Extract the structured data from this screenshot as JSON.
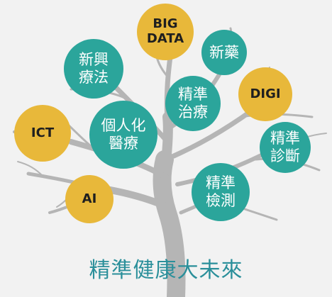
{
  "bubbles": {
    "new_therapy": [
      "新興",
      "療法"
    ],
    "big_data": [
      "BIG",
      "DATA"
    ],
    "new_drug": [
      "新藥"
    ],
    "precision_treatment": [
      "精準",
      "治療"
    ],
    "digi": [
      "DIGI"
    ],
    "ict": [
      "ICT"
    ],
    "personalized_medicine": [
      "個人化",
      "醫療"
    ],
    "precision_diagnosis": [
      "精準",
      "診斷"
    ],
    "precision_testing": [
      "精準",
      "檢測"
    ],
    "ai": [
      "AI"
    ]
  },
  "caption": "精準健康大未來",
  "colors": {
    "teal": "#2ba59b",
    "gold": "#e8b83a",
    "trunk": "#b5b5b5",
    "background": "#f2f2f2",
    "caption": "#2a8f9a"
  }
}
